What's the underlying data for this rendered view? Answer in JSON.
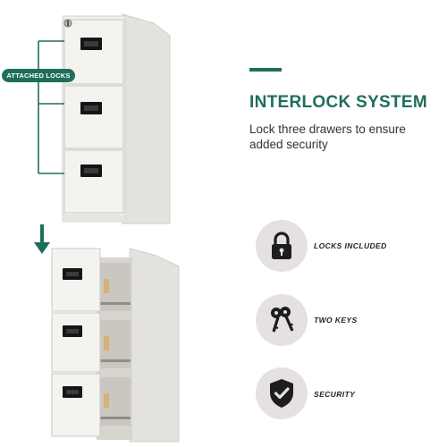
{
  "callout": {
    "label": "ATTACHED LOCKS"
  },
  "heading": "INTERLOCK SYSTEM",
  "subtitle": "Lock three drawers to ensure added security",
  "features": [
    {
      "icon": "padlock-icon",
      "label": "LOCKS INCLUDED"
    },
    {
      "icon": "keys-icon",
      "label": "TWO KEYS"
    },
    {
      "icon": "shield-check-icon",
      "label": "SECURITY"
    }
  ],
  "colors": {
    "accent": "#1f6e5c",
    "icon_circle": "#e5e1e2",
    "icon_dark": "#1d1d1d",
    "cabinet": "#ecebe7"
  }
}
